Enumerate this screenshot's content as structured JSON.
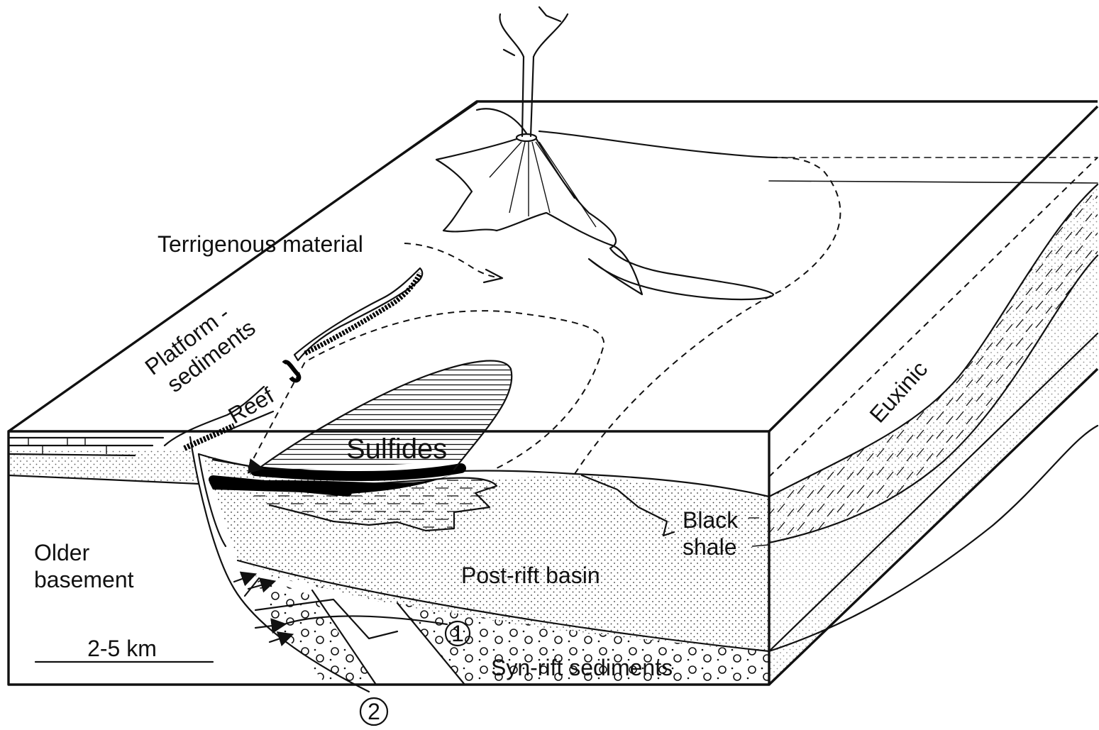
{
  "labels": {
    "terrigenous": "Terrigenous material",
    "platform_line1": "Platform -",
    "platform_line2": "sediments",
    "reef": "Reef",
    "sulfides": "Sulfides",
    "euxinic": "Euxinic",
    "black_shale_line1": "Black",
    "black_shale_line2": "shale",
    "older_basement_line1": "Older",
    "older_basement_line2": "basement",
    "post_rift_basin": "Post-rift basin",
    "syn_rift_sediments": "Syn-rift sediments",
    "scale_bar": "2-5 km",
    "marker_1": "1",
    "marker_2": "2"
  },
  "colors": {
    "ink": "#111111",
    "background": "#ffffff",
    "ore_body": "#000000"
  }
}
